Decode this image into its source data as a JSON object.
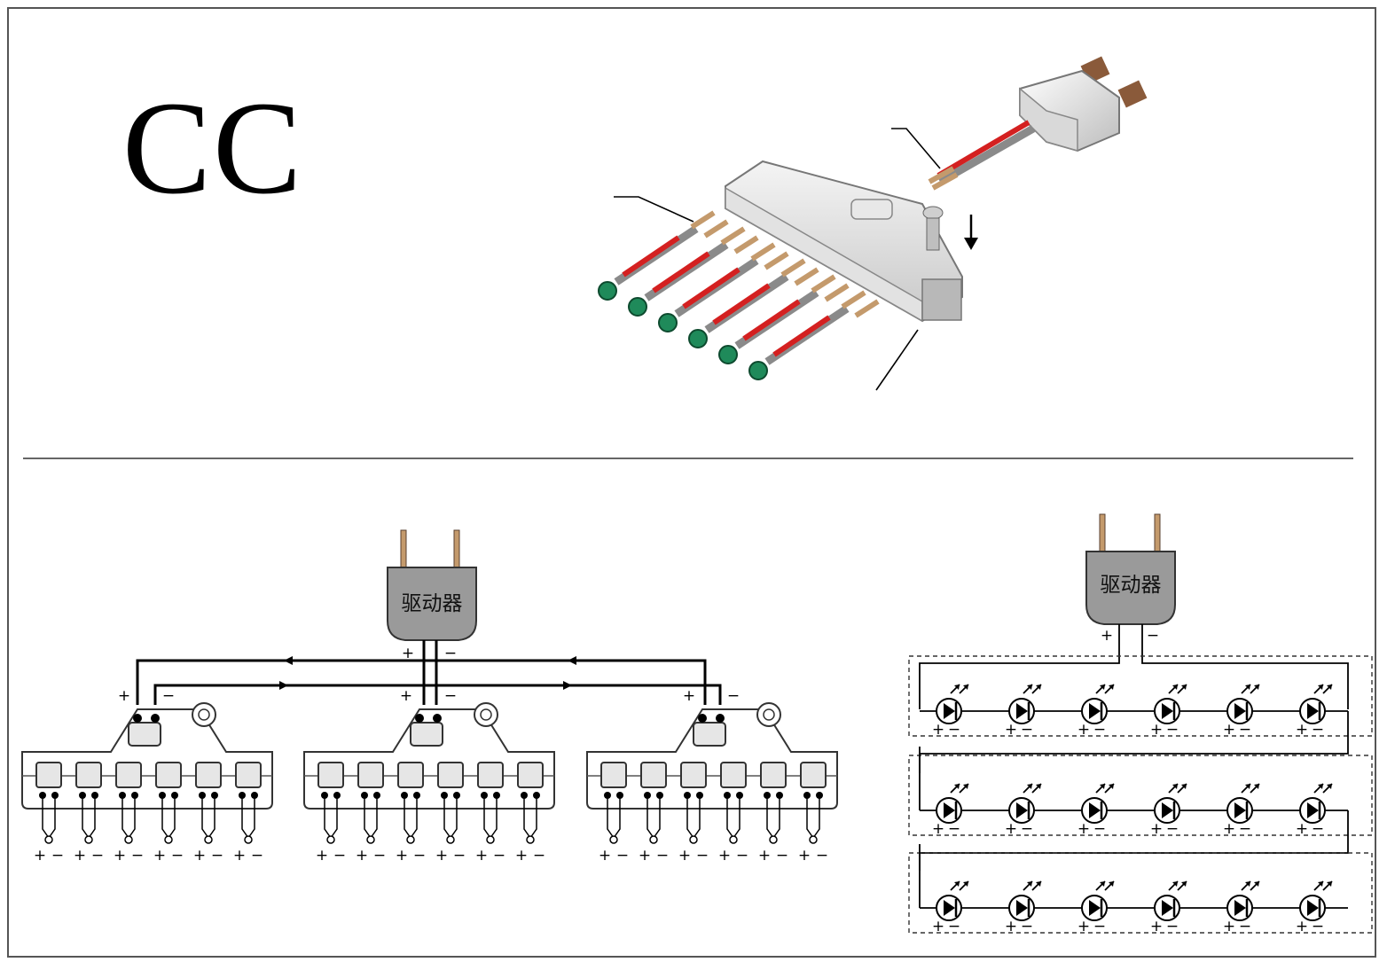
{
  "title": "CC",
  "left_diagram": {
    "driver_label": "驱动器",
    "plus": "+",
    "minus": "−"
  },
  "right_diagram": {
    "driver_label": "驱动器",
    "plus": "+",
    "minus": "−",
    "rows": 3,
    "leds_per_row": 6
  },
  "colors": {
    "wire_red": "#d42020",
    "led_green": "#1f8a5a",
    "pin_copper": "#c49a6c",
    "driver_body": "#9a9a9a"
  }
}
